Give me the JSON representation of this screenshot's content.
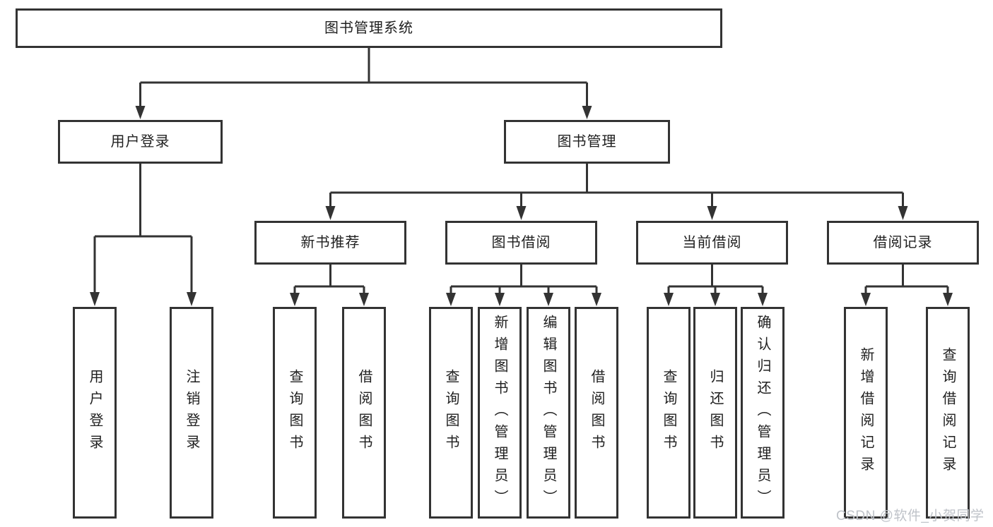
{
  "diagram_type": "hierarchy-tree",
  "colors": {
    "line": "#333333",
    "border": "#333333",
    "text": "#1f1f1f",
    "background": "#ffffff",
    "watermark": "#bfc3c9"
  },
  "tree": {
    "root": {
      "label": "图书管理系统"
    },
    "branches": [
      {
        "label": "用户登录",
        "leaves": [
          {
            "label": "用户登录"
          },
          {
            "label": "注销登录"
          }
        ]
      },
      {
        "label": "图书管理",
        "groups": [
          {
            "label": "新书推荐",
            "leaves": [
              {
                "label": "查询图书"
              },
              {
                "label": "借阅图书"
              }
            ]
          },
          {
            "label": "图书借阅",
            "leaves": [
              {
                "label": "查询图书"
              },
              {
                "label": "新增图书（管理员）"
              },
              {
                "label": "编辑图书（管理员）"
              },
              {
                "label": "借阅图书"
              }
            ]
          },
          {
            "label": "当前借阅",
            "leaves": [
              {
                "label": "查询图书"
              },
              {
                "label": "归还图书"
              },
              {
                "label": "确认归还（管理员）"
              }
            ]
          },
          {
            "label": "借阅记录",
            "leaves": [
              {
                "label": "新增借阅记录"
              },
              {
                "label": "查询借阅记录"
              }
            ]
          }
        ]
      }
    ]
  },
  "watermark": {
    "text": "CSDN @软件_小贺同学"
  }
}
